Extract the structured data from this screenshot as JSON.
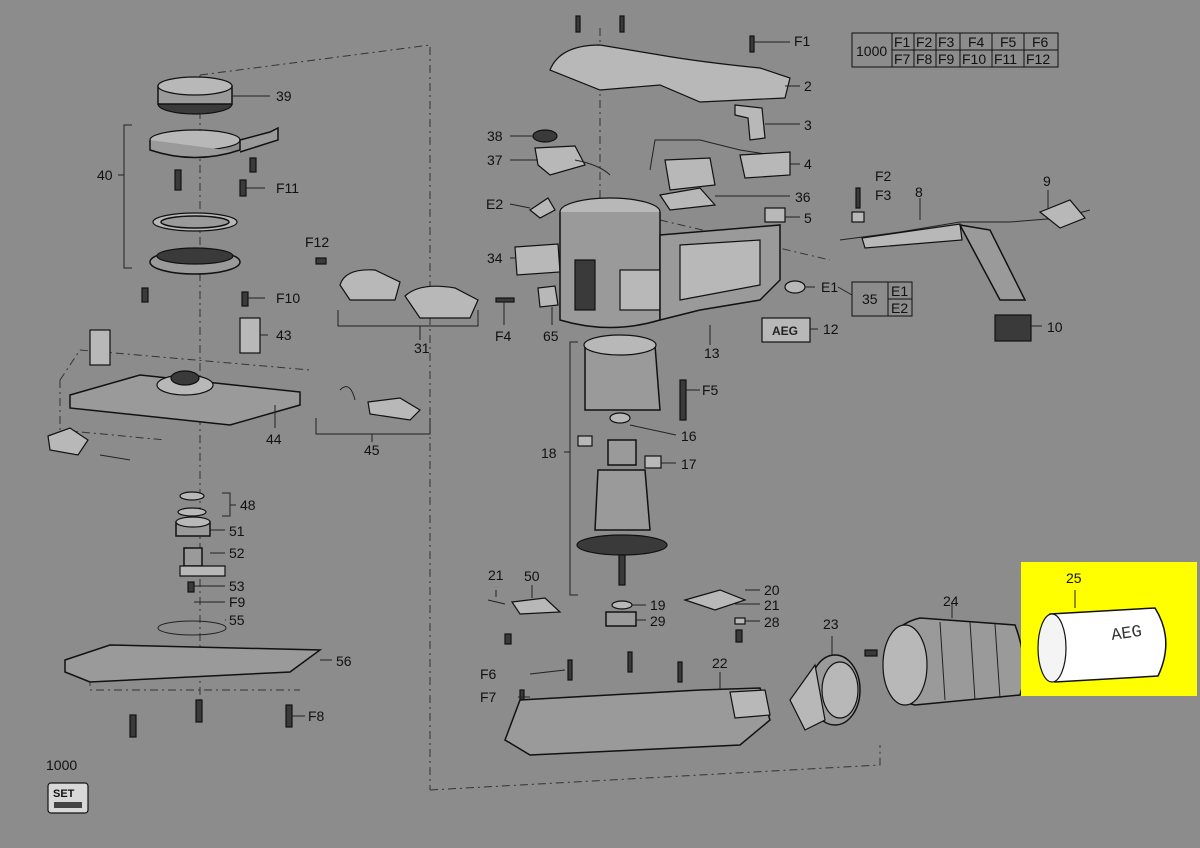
{
  "callouts": {
    "c39": "39",
    "c40": "40",
    "cF11": "F11",
    "c38": "38",
    "c37": "37",
    "cE2a": "E2",
    "c34": "34",
    "cF12": "F12",
    "cF10": "F10",
    "c43": "43",
    "c31": "31",
    "cF4": "F4",
    "c65": "65",
    "c44": "44",
    "c45": "45",
    "c48": "48",
    "c51": "51",
    "c52": "52",
    "c53": "53",
    "cF9": "F9",
    "c55": "55",
    "c56": "56",
    "cF8": "F8",
    "cF1": "F1",
    "c2": "2",
    "c3": "3",
    "c4": "4",
    "c36": "36",
    "c5": "5",
    "cF2": "F2",
    "cF3": "F3",
    "c8": "8",
    "c9": "9",
    "cE1": "E1",
    "c35": "35",
    "c12": "12",
    "c13": "13",
    "c10": "10",
    "cF5": "F5",
    "c16": "16",
    "c18": "18",
    "c17": "17",
    "c21a": "21",
    "c50": "50",
    "c20": "20",
    "c21b": "21",
    "c19": "19",
    "c29": "29",
    "c28": "28",
    "cF6": "F6",
    "cF7": "F7",
    "c22": "22",
    "c23": "23",
    "c24": "24",
    "c25": "25",
    "c1000": "1000"
  },
  "fastener_table": {
    "set_no": "1000",
    "row1": [
      "F1",
      "F2",
      "F3",
      "F4",
      "F5",
      "F6"
    ],
    "row2": [
      "F7",
      "F8",
      "F9",
      "F10",
      "F11",
      "F12"
    ]
  },
  "e_table": {
    "set_no": "35",
    "row1": "E1",
    "row2": "E2"
  },
  "brand": {
    "aeg_badge": "AEG",
    "aeg_bag": "AEG",
    "set_icon": "SET"
  },
  "highlight_color": "#ffff00"
}
